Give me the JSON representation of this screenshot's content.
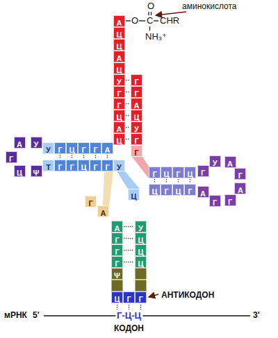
{
  "diagram": {
    "nodes": [
      {
        "text": [
          "А"
        ]
      },
      {
        "text": [
          "Ц"
        ]
      },
      {
        "text": [
          "Ц"
        ]
      },
      {
        "text": [
          "А"
        ]
      },
      {
        "text": [
          "Ц"
        ]
      },
      {
        "text": [
          "У"
        ]
      },
      {
        "text": [
          "Г"
        ]
      },
      {
        "text": [
          "Г"
        ]
      },
      {
        "text": [
          "Ц"
        ]
      },
      {
        "text": [
          "А"
        ]
      },
      {
        "text": [
          "Ц"
        ]
      },
      {
        "text": [
          "Г"
        ]
      },
      {
        "text": [
          "Г"
        ]
      },
      {
        "text": [
          "А"
        ]
      },
      {
        "text": [
          "Ц"
        ]
      },
      {
        "text": [
          "У"
        ]
      },
      {
        "text": [
          "Г"
        ]
      },
      {
        "text": [
          "Г"
        ]
      },
      {
        "text": [
          "У"
        ]
      },
      {
        "text": [
          "Г"
        ]
      },
      {
        "text": [
          "Ц"
        ]
      },
      {
        "text": [
          "Г"
        ]
      },
      {
        "text": [
          "Г"
        ]
      },
      {
        "text": [
          "А"
        ]
      },
      {
        "text": [
          "У"
        ]
      },
      {
        "text": [
          "А"
        ]
      },
      {
        "text": [
          "Г"
        ]
      },
      {
        "text": [
          "Ц"
        ]
      },
      {
        "text": [
          "Ψ"
        ]
      },
      {
        "text": [
          "Т"
        ]
      },
      {
        "text": [
          "Г"
        ]
      },
      {
        "text": [
          "Г"
        ]
      },
      {
        "text": [
          "Ц"
        ]
      },
      {
        "text": [
          "Г"
        ]
      },
      {
        "text": [
          "Г"
        ]
      },
      {
        "text": [
          "У"
        ]
      },
      {
        "text": [
          "Ц"
        ]
      },
      {
        "text": [
          "Г"
        ]
      },
      {
        "text": [
          "А"
        ]
      },
      {
        "text": [
          "А"
        ]
      },
      {
        "text": [
          "Г"
        ]
      },
      {
        "text": [
          "Г"
        ]
      },
      {
        "text": [
          "Г"
        ]
      },
      {
        "text": [
          "Ψ"
        ]
      },
      {
        "text": [
          "Ц"
        ]
      },
      {
        "text": [
          "Г"
        ]
      },
      {
        "text": [
          "Г"
        ]
      },
      {
        "text": [
          "У"
        ]
      },
      {
        "text": [
          "Ц"
        ]
      },
      {
        "text": [
          "Ц"
        ]
      },
      {
        "text": [
          "Ц"
        ]
      },
      {
        "text": [
          "Г"
        ]
      },
      {
        "text": [
          "Ц"
        ]
      },
      {
        "text": [
          "Г"
        ]
      },
      {
        "text": [
          "Ц"
        ]
      },
      {
        "text": [
          "Г"
        ]
      },
      {
        "text": [
          "У"
        ]
      },
      {
        "text": [
          "А"
        ]
      },
      {
        "text": [
          "Г"
        ]
      },
      {
        "text": [
          "А"
        ]
      },
      {
        "text": [
          "Г"
        ]
      },
      {
        "text": [
          "Г"
        ]
      },
      {
        "text": [
          "А"
        ]
      },
      {
        "text": [
          "Ц"
        ]
      },
      {
        "text": [
          "Г"
        ]
      },
      {
        "text": [
          "Ц"
        ]
      },
      {
        "text": [
          "Г"
        ]
      }
    ],
    "edges": [
      {
        "from": 5,
        "to": 11,
        "arrow": "none"
      },
      {
        "from": 6,
        "to": 12,
        "arrow": "none"
      },
      {
        "from": 7,
        "to": 13,
        "arrow": "none"
      },
      {
        "from": 8,
        "to": 14,
        "arrow": "none"
      },
      {
        "from": 9,
        "to": 15,
        "arrow": "none"
      },
      {
        "from": 10,
        "to": 16,
        "arrow": "none"
      },
      {
        "from": 19,
        "to": 30,
        "arrow": "none"
      },
      {
        "from": 20,
        "to": 31,
        "arrow": "none"
      },
      {
        "from": 21,
        "to": 32,
        "arrow": "none"
      },
      {
        "from": 22,
        "to": 33,
        "arrow": "none"
      },
      {
        "from": 23,
        "to": 34,
        "arrow": "none"
      },
      {
        "from": 39,
        "to": 47,
        "arrow": "none"
      },
      {
        "from": 40,
        "to": 48,
        "arrow": "none"
      },
      {
        "from": 41,
        "to": 49,
        "arrow": "none"
      },
      {
        "from": 42,
        "to": 50,
        "arrow": "none"
      },
      {
        "from": 51,
        "to": 63,
        "arrow": "none"
      },
      {
        "from": 52,
        "to": 64,
        "arrow": "none"
      },
      {
        "from": 53,
        "to": 65,
        "arrow": "none"
      },
      {
        "from": 54,
        "to": 66,
        "arrow": "none"
      }
    ],
    "labels": [
      "O",
      "аминокислота",
      "O",
      "C",
      "CHR",
      "NH₃⁺",
      "АНТИКОДОН",
      "мРНК",
      "5'",
      "Г-Ц-Ц",
      "3'",
      "КОДОН"
    ]
  }
}
